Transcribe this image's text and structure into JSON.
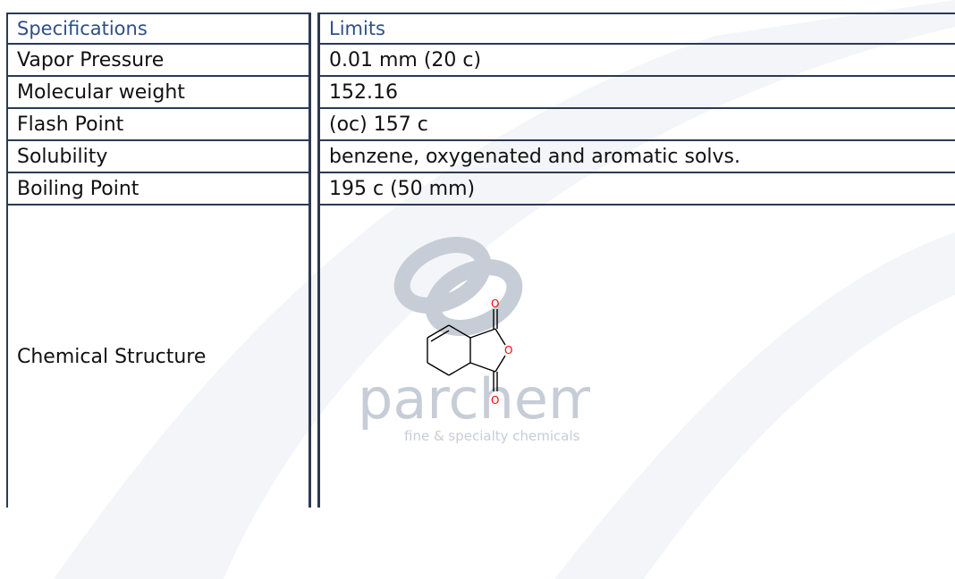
{
  "table": {
    "header": {
      "col1": "Specifications",
      "col2": "Limits"
    },
    "rows": [
      {
        "spec": "Vapor Pressure",
        "limit": "0.01 mm (20 c)"
      },
      {
        "spec": "Molecular weight",
        "limit": "152.16"
      },
      {
        "spec": "Flash Point",
        "limit": "(oc) 157 c"
      },
      {
        "spec": "Solubility",
        "limit": "benzene, oxygenated and aromatic solvs."
      },
      {
        "spec": "Boiling Point",
        "limit": "195 c (50 mm)"
      }
    ],
    "structure_row": {
      "spec": "Chemical Structure"
    }
  },
  "molecule": {
    "atom_label": "O"
  },
  "watermark": {
    "brand": "parchem",
    "tagline": "fine & specialty chemicals"
  },
  "colors": {
    "border": "#2b3a55",
    "header_text": "#2f4f87",
    "watermark": "#c7cdd6",
    "oxygen": "#ff0000"
  }
}
